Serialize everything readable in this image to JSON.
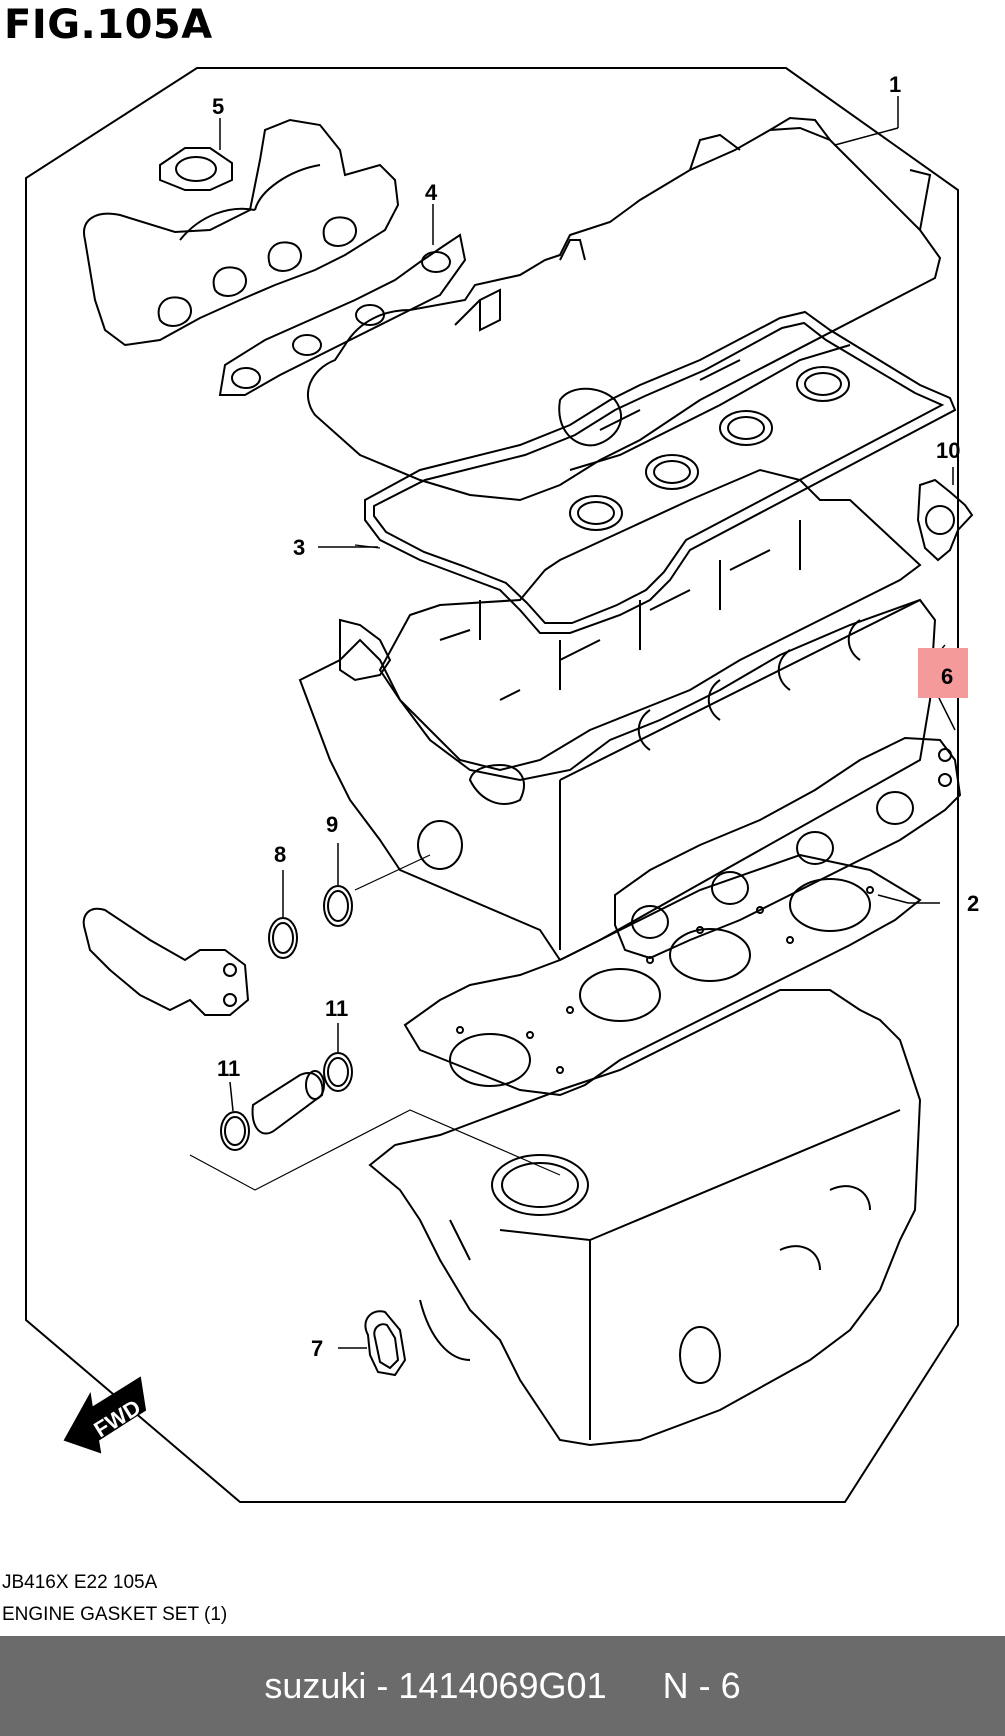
{
  "figure": {
    "title": "FIG.105A",
    "code": "JB416X E22 105A",
    "name": "ENGINE GASKET SET (1)"
  },
  "callouts": [
    "1",
    "2",
    "3",
    "4",
    "5",
    "6",
    "7",
    "8",
    "9",
    "10",
    "11",
    "11"
  ],
  "highlight": {
    "part": "6",
    "color": "#f59a9a"
  },
  "fwd_label": "FWD",
  "footer": {
    "brand_part": "suzuki - 1414069G01",
    "position": "N - 6",
    "bar_color": "#6b6b6b"
  }
}
